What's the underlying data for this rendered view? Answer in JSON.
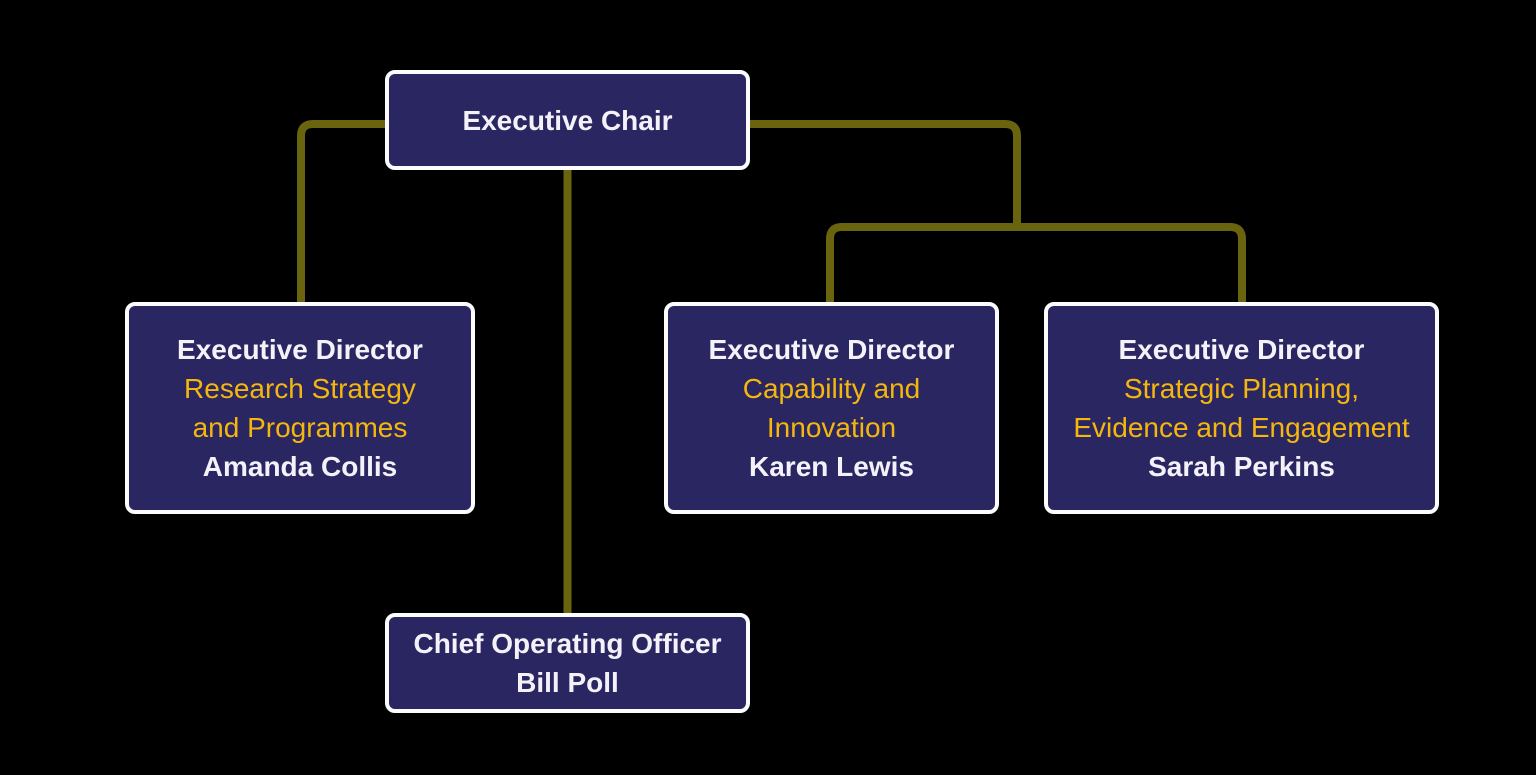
{
  "colors": {
    "background": "#000000",
    "box_fill": "#292662",
    "box_border": "#fcfbfd",
    "connector": "#6b640f",
    "text_primary": "#f4f2f8",
    "text_accent": "#f5b60d"
  },
  "org_chart": {
    "nodes": {
      "exec_chair": {
        "title": "Executive Chair"
      },
      "ed_research": {
        "title": "Executive Director",
        "department": "Research Strategy and Programmes",
        "person": "Amanda Collis"
      },
      "ed_capability": {
        "title": "Executive Director",
        "department": "Capability and Innovation",
        "person": "Karen Lewis"
      },
      "ed_strategic": {
        "title": "Executive Director",
        "department": "Strategic Planning, Evidence and Engagement",
        "person": "Sarah Perkins"
      },
      "coo": {
        "title": "Chief Operating Officer",
        "person": "Bill Poll"
      }
    },
    "edges": [
      {
        "from": "exec_chair",
        "to": "ed_research"
      },
      {
        "from": "exec_chair",
        "to": "ed_capability"
      },
      {
        "from": "exec_chair",
        "to": "ed_strategic"
      },
      {
        "from": "exec_chair",
        "to": "coo"
      }
    ]
  }
}
